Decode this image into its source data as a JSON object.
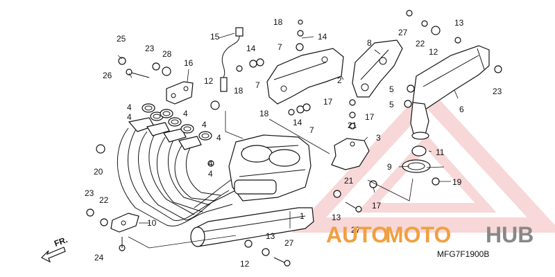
{
  "diagram": {
    "labels": {
      "l1": "1",
      "l2": "2",
      "l3": "3",
      "l4a": "4",
      "l4b": "4",
      "l4c": "4",
      "l4d": "4",
      "l4e": "4",
      "l4f": "4",
      "l4g": "4",
      "l5a": "5",
      "l5b": "5",
      "l6": "6",
      "l7a": "7",
      "l7b": "7",
      "l7c": "7",
      "l8": "8",
      "l9": "9",
      "l10": "10",
      "l11": "11",
      "l12a": "12",
      "l12b": "12",
      "l12c": "12",
      "l13a": "13",
      "l13b": "13",
      "l13c": "13",
      "l14a": "14",
      "l14b": "14",
      "l14c": "14",
      "l15": "15",
      "l16": "16",
      "l17a": "17",
      "l17b": "17",
      "l17c": "17",
      "l18a": "18",
      "l18b": "18",
      "l18c": "18",
      "l19": "19",
      "l20": "20",
      "l21a": "21",
      "l21b": "21",
      "l22a": "22",
      "l22b": "22",
      "l23a": "23",
      "l23b": "23",
      "l23c": "23",
      "l24": "24",
      "l25": "25",
      "l26": "26",
      "l27a": "27",
      "l27b": "27",
      "l27c": "27",
      "l28": "28"
    },
    "direction_arrow": "FR.",
    "diagram_code": "MFG7F1900B"
  },
  "watermark": {
    "brand_part1": "AUTO",
    "brand_part2": "MOTO",
    "brand_part3": "HUB",
    "color_primary": "#f0a040",
    "color_secondary": "#888888",
    "triangle_color": "#f2b8b8"
  }
}
